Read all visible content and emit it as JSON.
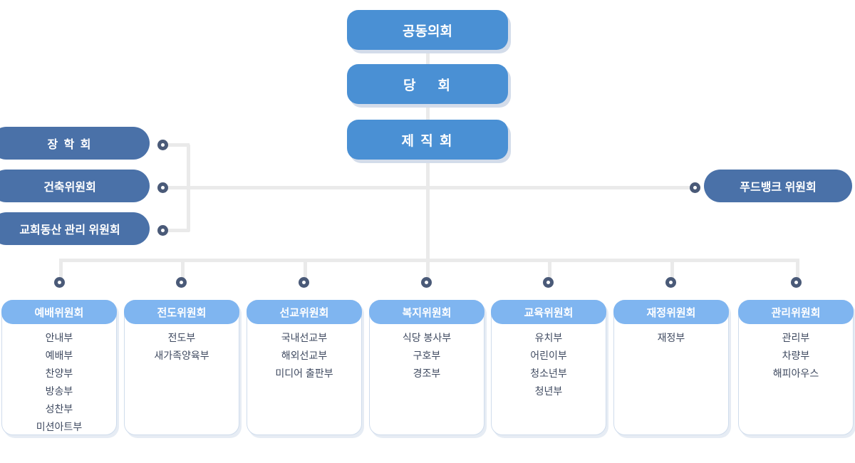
{
  "spine": {
    "nodes": [
      {
        "label": "공동의회",
        "name": "node-congregation-meeting"
      },
      {
        "label": "당    회",
        "name": "node-session"
      },
      {
        "label": "제 직 회",
        "name": "node-officers-meeting"
      }
    ]
  },
  "left_committees": {
    "items": [
      {
        "label": "장 학 회",
        "name": "node-scholarship-committee"
      },
      {
        "label": "건축위원회",
        "name": "node-construction-committee"
      },
      {
        "label": "교회동산 관리 위원회",
        "name": "node-church-property-committee"
      }
    ]
  },
  "right_committees": {
    "items": [
      {
        "label": "푸드뱅크 위원회",
        "name": "node-foodbank-committee"
      }
    ]
  },
  "columns": [
    {
      "title": "예배위원회",
      "name": "committee-worship",
      "items": [
        "안내부",
        "예배부",
        "찬양부",
        "방송부",
        "성찬부",
        "미션아트부"
      ]
    },
    {
      "title": "전도위원회",
      "name": "committee-evangelism",
      "items": [
        "전도부",
        "새가족양육부"
      ]
    },
    {
      "title": "선교위원회",
      "name": "committee-mission",
      "items": [
        "국내선교부",
        "해외선교부",
        "미디어 출판부"
      ]
    },
    {
      "title": "복지위원회",
      "name": "committee-welfare",
      "items": [
        "식당 봉사부",
        "구호부",
        "경조부"
      ]
    },
    {
      "title": "교육위원회",
      "name": "committee-education",
      "items": [
        "유치부",
        "어린이부",
        "청소년부",
        "청년부"
      ]
    },
    {
      "title": "재정위원회",
      "name": "committee-finance",
      "items": [
        "재정부"
      ]
    },
    {
      "title": "관리위원회",
      "name": "committee-management",
      "items": [
        "관리부",
        "차량부",
        "해피아우스"
      ]
    }
  ],
  "colors": {
    "spine_pill": "#4a90d4",
    "side_pill": "#4a71a8",
    "card_header": "#7fb5f0",
    "connector_line": "#eaeaea",
    "connector_dot": "#4a5a78",
    "card_border": "#cfdcec",
    "card_text": "#3f4a60",
    "shadow": "#d3dcea",
    "background": "#ffffff"
  }
}
